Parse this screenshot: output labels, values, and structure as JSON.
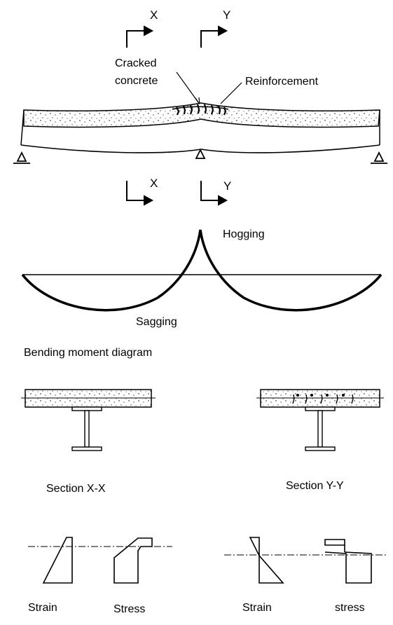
{
  "beam": {
    "section_mark_x": "X",
    "section_mark_y": "Y",
    "cracked_label_line1": "Cracked",
    "cracked_label_line2": "concrete",
    "reinforcement_label": "Reinforcement"
  },
  "bending_moment": {
    "hogging_label": "Hogging",
    "sagging_label": "Sagging",
    "caption": "Bending moment diagram"
  },
  "sections": {
    "section_xx_label": "Section X-X",
    "section_yy_label": "Section Y-Y"
  },
  "distributions": {
    "left_strain_label": "Strain",
    "left_stress_label": "Stress",
    "right_strain_label": "Strain",
    "right_stress_label": "stress"
  }
}
